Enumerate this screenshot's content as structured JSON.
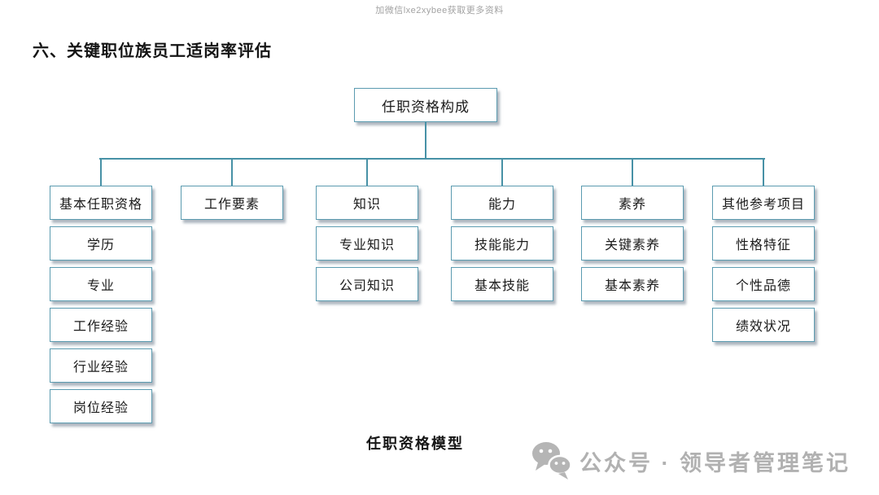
{
  "watermark": "加微信lxe2xybee获取更多资料",
  "title": "六、关键职位族员工适岗率评估",
  "caption": "任职资格模型",
  "footer": {
    "icon": "wechat-icon",
    "text": "公众号 · 领导者管理笔记"
  },
  "colors": {
    "connector_line": "#4791a6",
    "box_border": "#5b9bb0",
    "box_shadow": "#6c7c8c",
    "footer_gray": "#b1b1b1"
  },
  "tree": {
    "root": "任职资格构成",
    "columns": [
      {
        "header": "基本任职资格",
        "items": [
          "学历",
          "专业",
          "工作经验",
          "行业经验",
          "岗位经验"
        ]
      },
      {
        "header": "工作要素",
        "items": []
      },
      {
        "header": "知识",
        "items": [
          "专业知识",
          "公司知识"
        ]
      },
      {
        "header": "能力",
        "items": [
          "技能能力",
          "基本技能"
        ]
      },
      {
        "header": "素养",
        "items": [
          "关键素养",
          "基本素养"
        ]
      },
      {
        "header": "其他参考项目",
        "items": [
          "性格特征",
          "个性品德",
          "绩效状况"
        ]
      }
    ]
  }
}
